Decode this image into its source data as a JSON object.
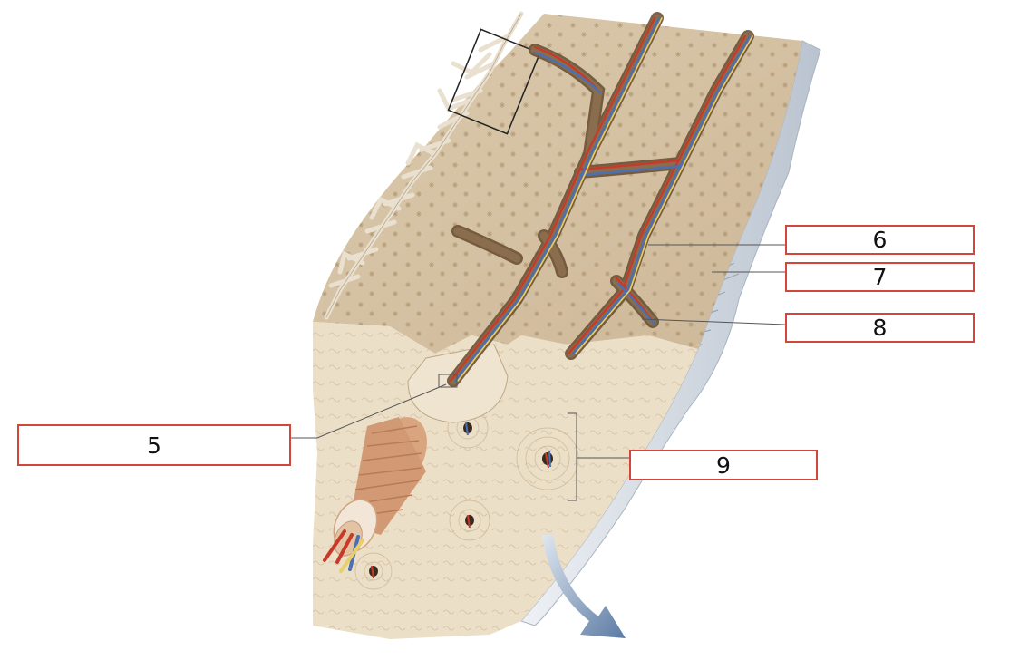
{
  "diagram": {
    "labels": [
      {
        "id": "label-5",
        "text": "5"
      },
      {
        "id": "label-6",
        "text": "6"
      },
      {
        "id": "label-7",
        "text": "7"
      },
      {
        "id": "label-8",
        "text": "8"
      },
      {
        "id": "label-9",
        "text": "9"
      }
    ],
    "colors": {
      "bone_surface": "#d9c6a8",
      "compact_cross_section": "#ecdfc8",
      "periosteum": "#dbe1e8",
      "spongy_bone": "#ece4d4",
      "artery": "#c73a2a",
      "vein": "#4a6fb3",
      "nerve": "#e8cf6a",
      "label_border": "#d2463c",
      "arrow": "#6e8bb0"
    }
  }
}
